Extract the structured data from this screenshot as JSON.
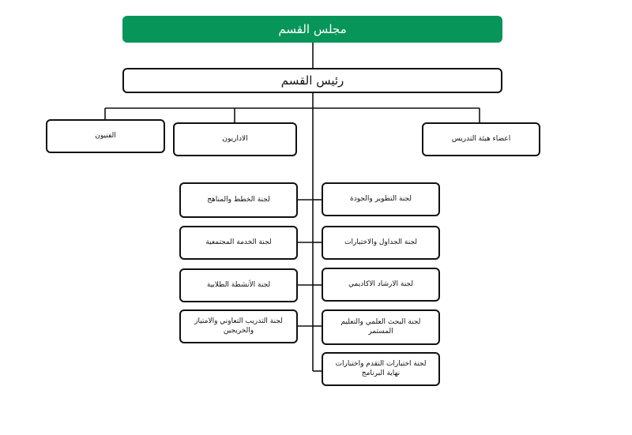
{
  "council": "مجلس القسم",
  "head": "رئيس القسم",
  "staff": {
    "technicians": "الفنيون",
    "administrators": "الاداريون",
    "faculty": "اعضاء هيئة التدريس"
  },
  "committees_left": [
    "لجنة الخطط والمناهج",
    "لجنة الخدمة المجتمعية",
    "لجنة الأنشطة الطلابية",
    "لجنة التدريب التعاوني والامتياز والخريجين"
  ],
  "committees_right": [
    "لجنة التطوير والجودة",
    "لجنة الجداول والاختبارات",
    "لجنة الارشاد الاكاديمي",
    "لجنة البحث العلمي والتعليم المستمر",
    "لجنة اختبارات التقدم واختبارات نهاية البرنامج"
  ],
  "colors": {
    "council_fill": "#07955a",
    "border": "#111111",
    "connector": "#111111"
  }
}
